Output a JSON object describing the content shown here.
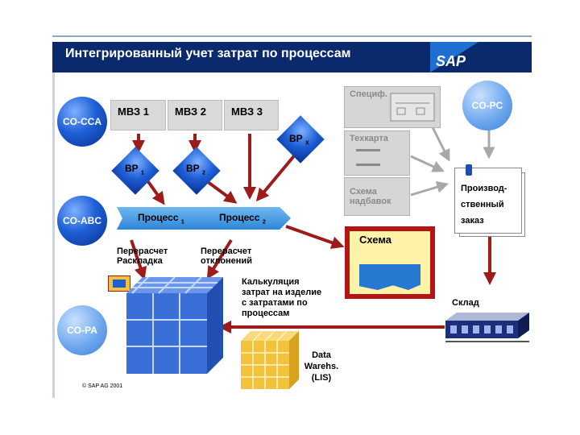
{
  "header": {
    "title": "Интегрированный учет затрат по процессам",
    "logo_text": "SAP"
  },
  "circles": {
    "co_cca": "CO-CCA",
    "co_abc": "CO-ABC",
    "co_pa": "CO-PA",
    "co_pc": "CO-PC"
  },
  "mbz": [
    "МВЗ 1",
    "МВЗ 2",
    "МВЗ 3"
  ],
  "bp": [
    {
      "label": "ВР",
      "sub": "1"
    },
    {
      "label": "ВР",
      "sub": "2"
    },
    {
      "label": "ВР",
      "sub": "X"
    }
  ],
  "processes": [
    {
      "label": "Процесс",
      "sub": "1"
    },
    {
      "label": "Процесс",
      "sub": "2"
    }
  ],
  "gray_boxes": {
    "spec": "Специф.",
    "techcard": "Техкарта",
    "schema_nadbavok_line1": "Схема",
    "schema_nadbavok_line2": "надбавок"
  },
  "labels": {
    "recalc1_line1": "Перерасчет",
    "recalc1_line2": "Раскладка",
    "recalc2_line1": "Перерасчет",
    "recalc2_line2": "отклонений",
    "calc_line1": "Калькуляция",
    "calc_line2": "затрат на изделие",
    "calc_line3": "с затратами по",
    "calc_line4": "процессам",
    "warehouse": "Склад",
    "dw_line1": "Data",
    "dw_line2": "Warehs.",
    "dw_line3": "(LIS)"
  },
  "schema": {
    "title": "Схема"
  },
  "production_order": {
    "line1": "Производ-",
    "line2": "ственный",
    "line3": "заказ"
  },
  "copyright": "© SAP AG 2001",
  "colors": {
    "header_bg": "#0b2a6e",
    "arrow": "#9c1c1c",
    "gray_arrow": "#a8a8a8",
    "process": "#2e86d8",
    "schema_frame": "#b41414",
    "cube_blue": "#3a6fd8",
    "cube_yellow": "#f2c23c"
  }
}
